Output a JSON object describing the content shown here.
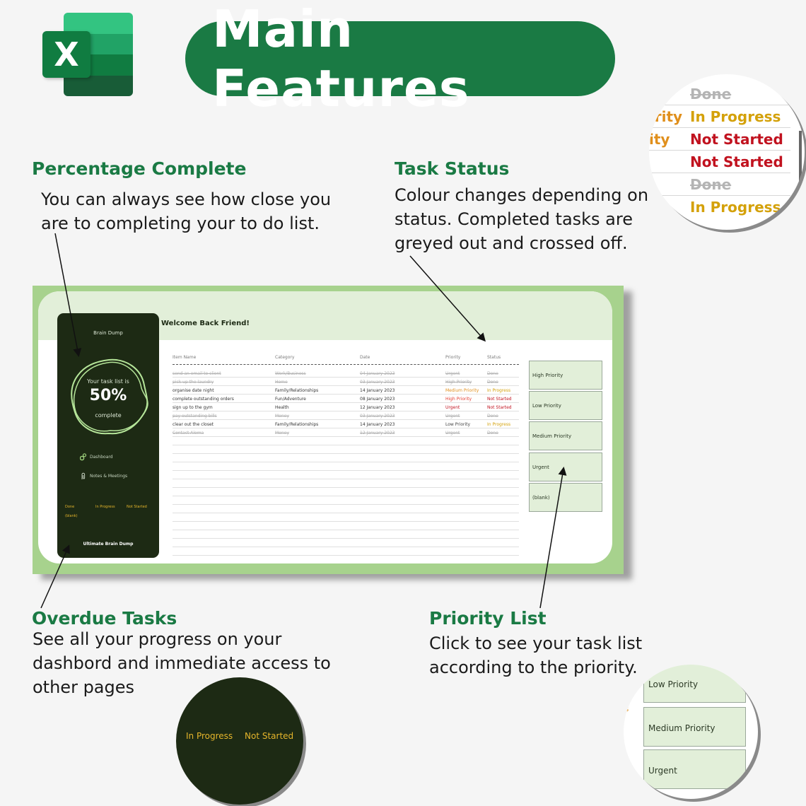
{
  "logo": {
    "letter": "X",
    "icon": "excel-logo-icon",
    "colors": [
      "#33c481",
      "#21a366",
      "#107c41",
      "#185c37"
    ]
  },
  "title": "Main Features",
  "sections": {
    "percentage": {
      "heading": "Percentage Complete",
      "lines": [
        "You can always see how close you",
        "are to completing your to do list."
      ]
    },
    "status": {
      "heading": "Task Status",
      "lines": [
        "Colour changes depending on",
        "status.  Completed tasks are",
        "greyed out and crossed off."
      ]
    },
    "overdue": {
      "heading": "Overdue Tasks",
      "lines": [
        "See all your progress on your",
        "dashbord and immediate access to",
        "other pages"
      ]
    },
    "priority": {
      "heading": "Priority List",
      "lines": [
        "Click to see your task list",
        "according to the priority."
      ]
    }
  },
  "zoom_status": {
    "rows": [
      {
        "prefix": "",
        "status": "Done",
        "kind": "done"
      },
      {
        "prefix": "ority",
        "status": "In Progress",
        "kind": "inprog"
      },
      {
        "prefix": "ity",
        "status": "Not Started",
        "kind": "notst"
      },
      {
        "prefix": "",
        "status": "Not Started",
        "kind": "notst"
      },
      {
        "prefix": "",
        "status": "Done",
        "kind": "done"
      },
      {
        "prefix": "",
        "status": "In Progress",
        "kind": "inprog"
      }
    ]
  },
  "zoom_legend": {
    "in_progress": "In Progress",
    "not_started": "Not Started"
  },
  "zoom_priority": {
    "items": [
      "Low Priority",
      "Medium Priority",
      "Urgent"
    ],
    "prefix": "s"
  },
  "dashboard": {
    "welcome": "Welcome Back Friend!",
    "sidebar": {
      "title": "Brain Dump",
      "ring_line1": "Your task list is",
      "ring_pct": "50%",
      "ring_line2": "complete",
      "nav": [
        {
          "label": "Dashboard",
          "icon": "gears-icon"
        },
        {
          "label": "Notes & Meetings",
          "icon": "paperclip-icon"
        }
      ],
      "legend": {
        "done": "Done",
        "in_progress": "In Progress",
        "not_started": "Not Started",
        "blank": "(blank)"
      },
      "footer": "Ultimate Brain Dump"
    },
    "columns": [
      "Item Name",
      "Category",
      "Date",
      "Priority",
      "Status"
    ],
    "rows": [
      {
        "name": "send an email to client",
        "category": "Work/Business",
        "date": "04 January 2023",
        "priority": "Urgent",
        "status": "Done",
        "pclass": "",
        "sclass": "",
        "done": true
      },
      {
        "name": "pick up the laundry",
        "category": "Home",
        "date": "03 January 2023",
        "priority": "High Priority",
        "status": "Done",
        "pclass": "",
        "sclass": "",
        "done": true
      },
      {
        "name": "organise date night",
        "category": "Family/Relationships",
        "date": "14 January 2023",
        "priority": "Medium Priority",
        "status": "In Progress",
        "pclass": "p-med",
        "sclass": "s-inprog",
        "done": false
      },
      {
        "name": "complete outstanding orders",
        "category": "Fun/Adventure",
        "date": "08 January 2023",
        "priority": "High Priority",
        "status": "Not Started",
        "pclass": "p-high",
        "sclass": "s-notst",
        "done": false
      },
      {
        "name": "sign up to the gym",
        "category": "Health",
        "date": "12 January 2023",
        "priority": "Urgent",
        "status": "Not Started",
        "pclass": "p-urg",
        "sclass": "s-notst",
        "done": false
      },
      {
        "name": "pay outstanding bills",
        "category": "Money",
        "date": "03 January 2023",
        "priority": "Urgent",
        "status": "Done",
        "pclass": "",
        "sclass": "",
        "done": true
      },
      {
        "name": "clear out the closet",
        "category": "Family/Relationships",
        "date": "14 January 2023",
        "priority": "Low Priority",
        "status": "In Progress",
        "pclass": "p-low",
        "sclass": "s-inprog",
        "done": false
      },
      {
        "name": "Contact Aloma",
        "category": "Money",
        "date": "12 January 2023",
        "priority": "Urgent",
        "status": "Done",
        "pclass": "",
        "sclass": "",
        "done": true
      }
    ],
    "priority_buttons": [
      "High Priority",
      "Low Priority",
      "Medium Priority",
      "Urgent",
      "(blank)"
    ]
  }
}
